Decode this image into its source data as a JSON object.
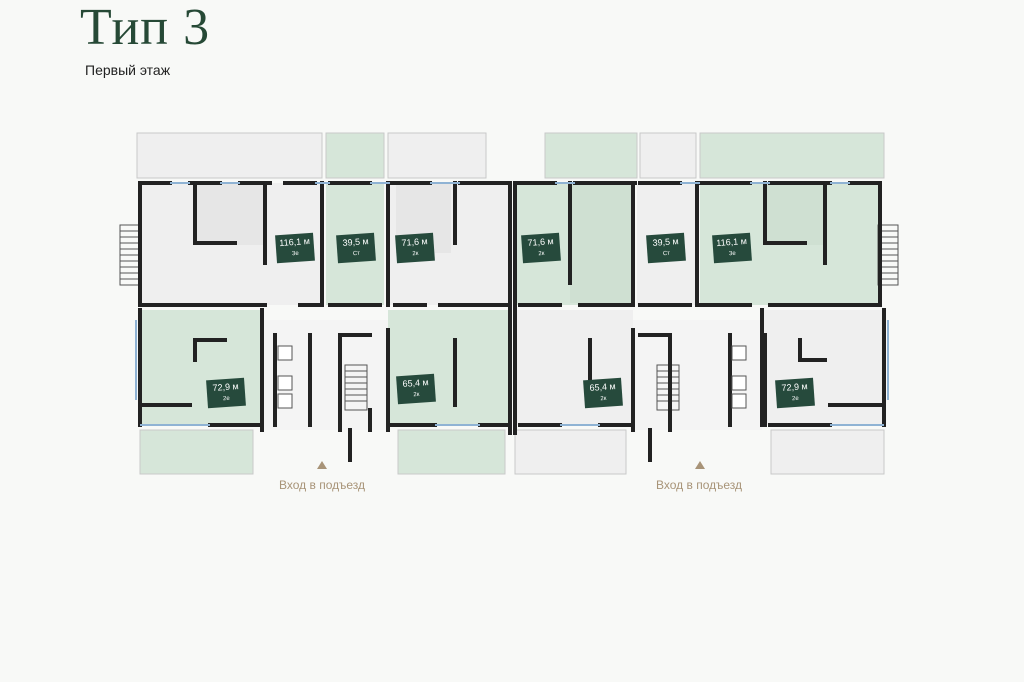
{
  "title": "Тип 3",
  "subtitle": "Первый этаж",
  "entrance_label": "Вход в подъезд",
  "colors": {
    "selected": "#d6e6d9",
    "room": "#efefef",
    "wall": "#222222",
    "label_bg": "#264a3c",
    "accent": "#a89478"
  },
  "apartments": [
    {
      "area": "116,1 м",
      "type": "3е",
      "selected": false
    },
    {
      "area": "39,5 м",
      "type": "Ст",
      "selected": true
    },
    {
      "area": "71,6 м",
      "type": "2к",
      "selected": false
    },
    {
      "area": "71,6 м",
      "type": "2к",
      "selected": true
    },
    {
      "area": "39,5 м",
      "type": "Ст",
      "selected": false
    },
    {
      "area": "116,1 м",
      "type": "3е",
      "selected": true
    },
    {
      "area": "72,9 м",
      "type": "2е",
      "selected": true
    },
    {
      "area": "65,4 м",
      "type": "2к",
      "selected": true
    },
    {
      "area": "65,4 м",
      "type": "2к",
      "selected": false
    },
    {
      "area": "72,9 м",
      "type": "2е",
      "selected": false
    }
  ]
}
